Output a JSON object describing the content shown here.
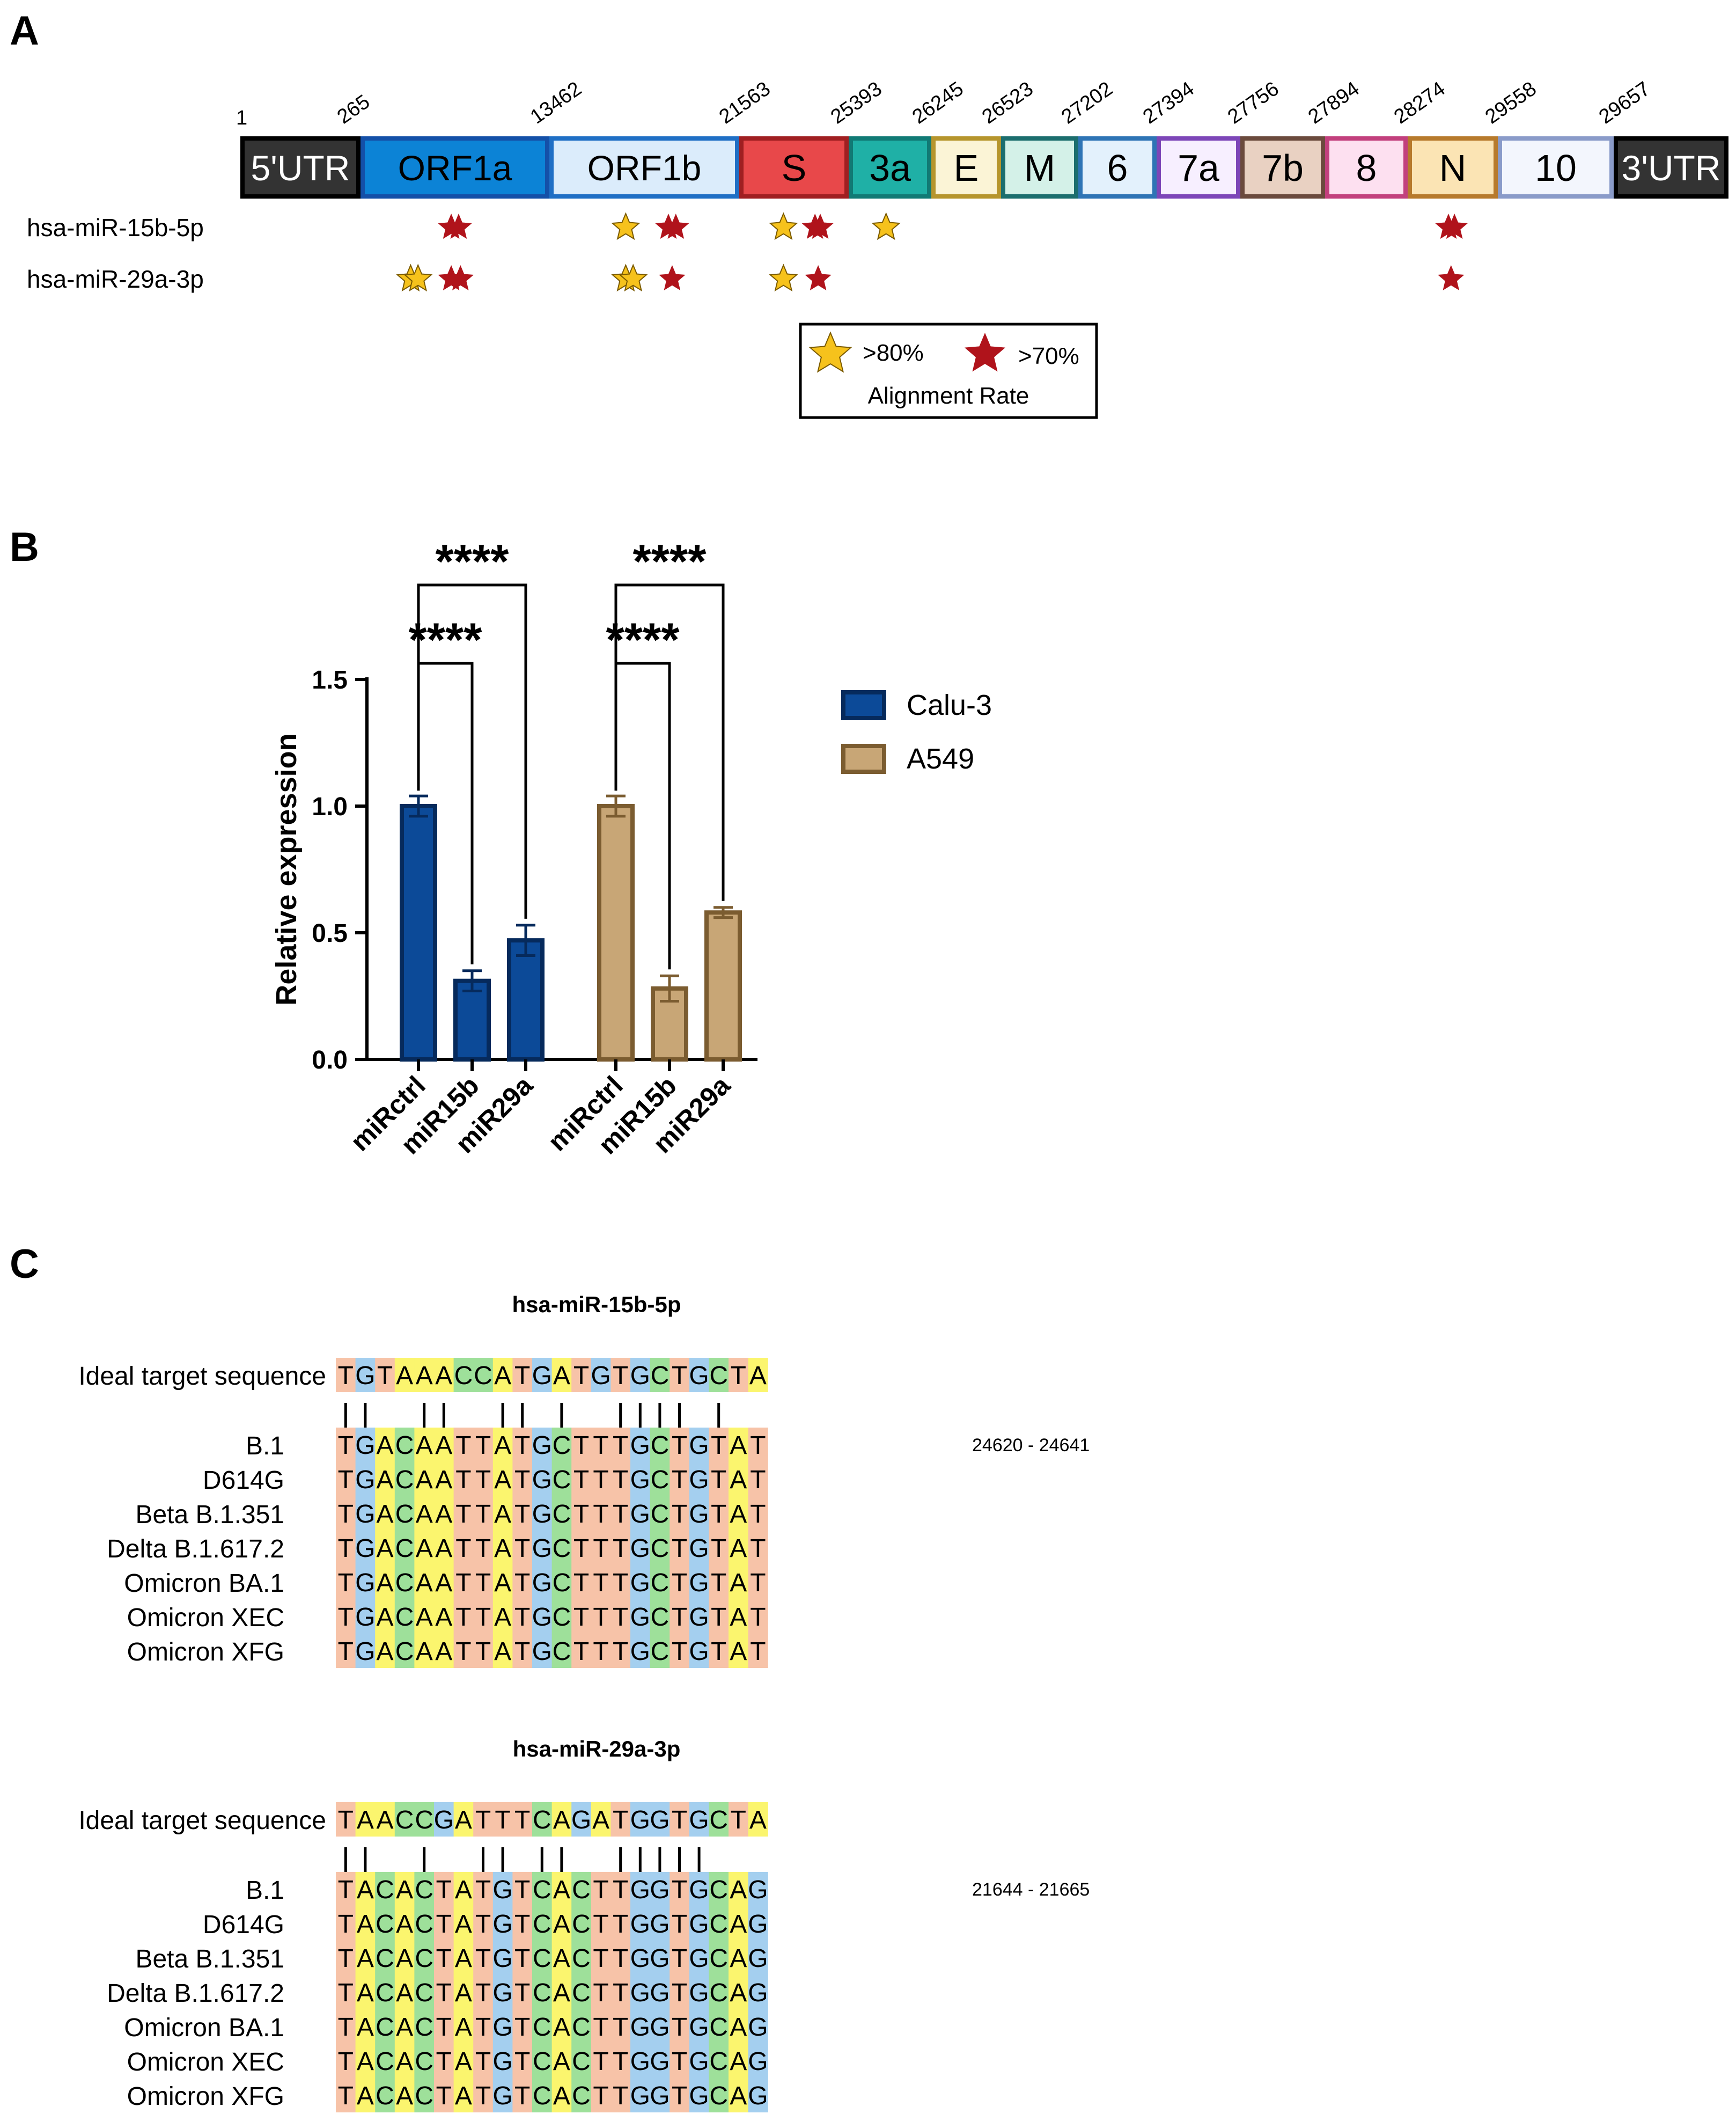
{
  "panels": {
    "a": "A",
    "b": "B",
    "c": "C"
  },
  "panel_a": {
    "positions": [
      "1",
      "265",
      "13462",
      "21563",
      "25393",
      "26245",
      "26523",
      "27202",
      "27394",
      "27756",
      "27894",
      "28274",
      "29558",
      "29657"
    ],
    "genes": [
      {
        "label": "5'UTR",
        "fill": "#333333",
        "stroke": "#000000",
        "text_color": "#ffffff"
      },
      {
        "label": "ORF1a",
        "fill": "#0c83d6",
        "stroke": "#1450a8",
        "text_color": "#000000"
      },
      {
        "label": "ORF1b",
        "fill": "#dbecfb",
        "stroke": "#1f6fc5",
        "text_color": "#000000"
      },
      {
        "label": "S",
        "fill": "#e8484a",
        "stroke": "#a01f21",
        "text_color": "#000000"
      },
      {
        "label": "3a",
        "fill": "#1fb0a6",
        "stroke": "#117a75",
        "text_color": "#000000"
      },
      {
        "label": "E",
        "fill": "#fbf4d6",
        "stroke": "#b6952c",
        "text_color": "#000000"
      },
      {
        "label": "M",
        "fill": "#d4f1e8",
        "stroke": "#1c6e6e",
        "text_color": "#000000"
      },
      {
        "label": "6",
        "fill": "#e3f1fc",
        "stroke": "#2e74b5",
        "text_color": "#000000"
      },
      {
        "label": "7a",
        "fill": "#f7efff",
        "stroke": "#7d46b8",
        "text_color": "#000000"
      },
      {
        "label": "7b",
        "fill": "#e9d1c2",
        "stroke": "#6b4a3d",
        "text_color": "#000000"
      },
      {
        "label": "8",
        "fill": "#fde0f0",
        "stroke": "#c2407d",
        "text_color": "#000000"
      },
      {
        "label": "N",
        "fill": "#fbe4b4",
        "stroke": "#b77a2c",
        "text_color": "#000000"
      },
      {
        "label": "10",
        "fill": "#f3f6fd",
        "stroke": "#8a9bc9",
        "text_color": "#000000"
      },
      {
        "label": "3'UTR",
        "fill": "#333333",
        "stroke": "#000000",
        "text_color": "#ffffff"
      }
    ],
    "mirna_rows": [
      {
        "label": "hsa-miR-15b-5p",
        "stars": [
          {
            "gene": "ORF1a",
            "offset": 0.48,
            "level": ">70%"
          },
          {
            "gene": "ORF1a",
            "offset": 0.52,
            "level": ">70%"
          },
          {
            "gene": "ORF1b",
            "offset": 0.4,
            "level": ">80%"
          },
          {
            "gene": "ORF1b",
            "offset": 0.63,
            "level": ">70%"
          },
          {
            "gene": "ORF1b",
            "offset": 0.67,
            "level": ">70%"
          },
          {
            "gene": "S",
            "offset": 0.4,
            "level": ">80%"
          },
          {
            "gene": "S",
            "offset": 0.7,
            "level": ">70%"
          },
          {
            "gene": "S",
            "offset": 0.75,
            "level": ">70%"
          },
          {
            "gene": "3a",
            "offset": 0.45,
            "level": ">80%"
          },
          {
            "gene": "N",
            "offset": 0.45,
            "level": ">70%"
          },
          {
            "gene": "N",
            "offset": 0.52,
            "level": ">70%"
          }
        ]
      },
      {
        "label": "hsa-miR-29a-3p",
        "stars": [
          {
            "gene": "ORF1a",
            "offset": 0.26,
            "level": ">80%"
          },
          {
            "gene": "ORF1a",
            "offset": 0.3,
            "level": ">80%"
          },
          {
            "gene": "ORF1a",
            "offset": 0.48,
            "level": ">70%"
          },
          {
            "gene": "ORF1a",
            "offset": 0.53,
            "level": ">70%"
          },
          {
            "gene": "ORF1b",
            "offset": 0.4,
            "level": ">80%"
          },
          {
            "gene": "ORF1b",
            "offset": 0.44,
            "level": ">80%"
          },
          {
            "gene": "ORF1b",
            "offset": 0.65,
            "level": ">70%"
          },
          {
            "gene": "S",
            "offset": 0.4,
            "level": ">80%"
          },
          {
            "gene": "S",
            "offset": 0.73,
            "level": ">70%"
          },
          {
            "gene": "N",
            "offset": 0.48,
            "level": ">70%"
          }
        ]
      }
    ],
    "legend": {
      "items": [
        {
          "label": ">80%",
          "color": "#f6c21c"
        },
        {
          "label": ">70%",
          "color": "#b0131b"
        }
      ],
      "caption": "Alignment Rate"
    }
  },
  "panel_b": {
    "chart_data": {
      "type": "bar",
      "ylabel": "Relative expression",
      "ylim": [
        0,
        1.5
      ],
      "yticks": [
        "0.0",
        "0.5",
        "1.0",
        "1.5"
      ],
      "categories": [
        "miRctrl",
        "miR15b",
        "miR29a"
      ],
      "grid": false,
      "legend_position": "right",
      "series": [
        {
          "name": "Calu-3",
          "fill": "#0c4a98",
          "stroke": "#062a5c",
          "values": [
            1.0,
            0.31,
            0.47
          ],
          "errors": [
            0.04,
            0.04,
            0.06
          ]
        },
        {
          "name": "A549",
          "fill": "#c8a676",
          "stroke": "#7b5c30",
          "values": [
            1.0,
            0.28,
            0.58
          ],
          "errors": [
            0.04,
            0.05,
            0.02
          ]
        }
      ],
      "significance": [
        {
          "series": "Calu-3",
          "from": "miRctrl",
          "to": "miR15b",
          "label": "****"
        },
        {
          "series": "Calu-3",
          "from": "miRctrl",
          "to": "miR29a",
          "label": "****"
        },
        {
          "series": "A549",
          "from": "miRctrl",
          "to": "miR15b",
          "label": "****"
        },
        {
          "series": "A549",
          "from": "miRctrl",
          "to": "miR29a",
          "label": "****"
        }
      ]
    }
  },
  "panel_c": {
    "base_colors": {
      "A": "#fbf56e",
      "C": "#9ee09a",
      "G": "#a4cfef",
      "T": "#f7c3a8"
    },
    "blocks": [
      {
        "title": "hsa-miR-15b-5p",
        "ideal_label": "Ideal target sequence",
        "ideal": "TGTAAACCATGATGTGCTGCTA",
        "matches": [
          0,
          1,
          4,
          5,
          8,
          9,
          11,
          14,
          15,
          16,
          17,
          19
        ],
        "range": "24620 - 24641",
        "variants": [
          {
            "name": "B.1",
            "seq": "TGACAATTATGCTTTGCTGTAT"
          },
          {
            "name": "D614G",
            "seq": "TGACAATTATGCTTTGCTGTAT"
          },
          {
            "name": "Beta B.1.351",
            "seq": "TGACAATTATGCTTTGCTGTAT"
          },
          {
            "name": "Delta B.1.617.2",
            "seq": "TGACAATTATGCTTTGCTGTAT"
          },
          {
            "name": "Omicron BA.1",
            "seq": "TGACAATTATGCTTTGCTGTAT"
          },
          {
            "name": "Omicron XEC",
            "seq": "TGACAATTATGCTTTGCTGTAT"
          },
          {
            "name": "Omicron XFG",
            "seq": "TGACAATTATGCTTTGCTGTAT"
          }
        ]
      },
      {
        "title": "hsa-miR-29a-3p",
        "ideal_label": "Ideal target sequence",
        "ideal": "TAACCGATTTCAGATGGTGCTA",
        "matches": [
          0,
          1,
          4,
          7,
          8,
          10,
          11,
          14,
          15,
          16,
          17,
          18
        ],
        "range": "21644 - 21665",
        "variants": [
          {
            "name": "B.1",
            "seq": "TACACTATGTCACTTGGTGCAG"
          },
          {
            "name": "D614G",
            "seq": "TACACTATGTCACTTGGTGCAG"
          },
          {
            "name": "Beta B.1.351",
            "seq": "TACACTATGTCACTTGGTGCAG"
          },
          {
            "name": "Delta B.1.617.2",
            "seq": "TACACTATGTCACTTGGTGCAG"
          },
          {
            "name": "Omicron BA.1",
            "seq": "TACACTATGTCACTTGGTGCAG"
          },
          {
            "name": "Omicron XEC",
            "seq": "TACACTATGTCACTTGGTGCAG"
          },
          {
            "name": "Omicron XFG",
            "seq": "TACACTATGTCACTTGGTGCAG"
          }
        ]
      }
    ]
  }
}
